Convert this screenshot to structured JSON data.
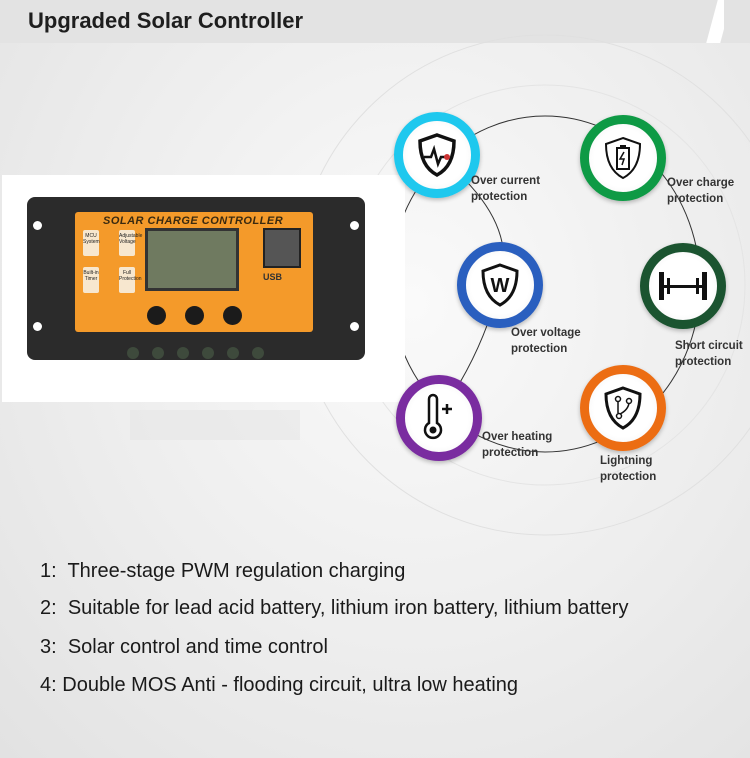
{
  "header": {
    "title": "Upgraded Solar Controller"
  },
  "product": {
    "panel_label": "SOLAR CHARGE CONTROLLER",
    "usb_label": "USB",
    "tiles": [
      "MCU System",
      "Adjustable Voltage",
      "Built-in Timer",
      "Full Protection"
    ]
  },
  "features": [
    {
      "label_1": "Over current",
      "label_2": "protection",
      "icon": "shield-heartbeat-icon",
      "color": "#1ec8ee"
    },
    {
      "label_1": "Over charge",
      "label_2": "protection",
      "icon": "shield-battery-icon",
      "color": "#0e9a45"
    },
    {
      "label_1": "Over voltage",
      "label_2": "protection",
      "icon": "shield-w-icon",
      "color": "#2a5fbf"
    },
    {
      "label_1": "Short circuit",
      "label_2": "protection",
      "icon": "short-circuit-icon",
      "color": "#1b5430"
    },
    {
      "label_1": "Over heating",
      "label_2": "protection",
      "icon": "thermometer-plus-icon",
      "color": "#7a2ca0"
    },
    {
      "label_1": "Lightning",
      "label_2": "protection",
      "icon": "shield-lightning-icon",
      "color": "#ec6d13"
    }
  ],
  "list": [
    {
      "num": "1:",
      "text": "Three-stage PWM regulation charging"
    },
    {
      "num": "2:",
      "text": "Suitable for lead acid battery, lithium iron battery, lithium battery"
    },
    {
      "num": "3:",
      "text": "Solar control and time control"
    },
    {
      "num": "4:",
      "text": "Double MOS Anti - flooding circuit, ultra low heating"
    }
  ]
}
